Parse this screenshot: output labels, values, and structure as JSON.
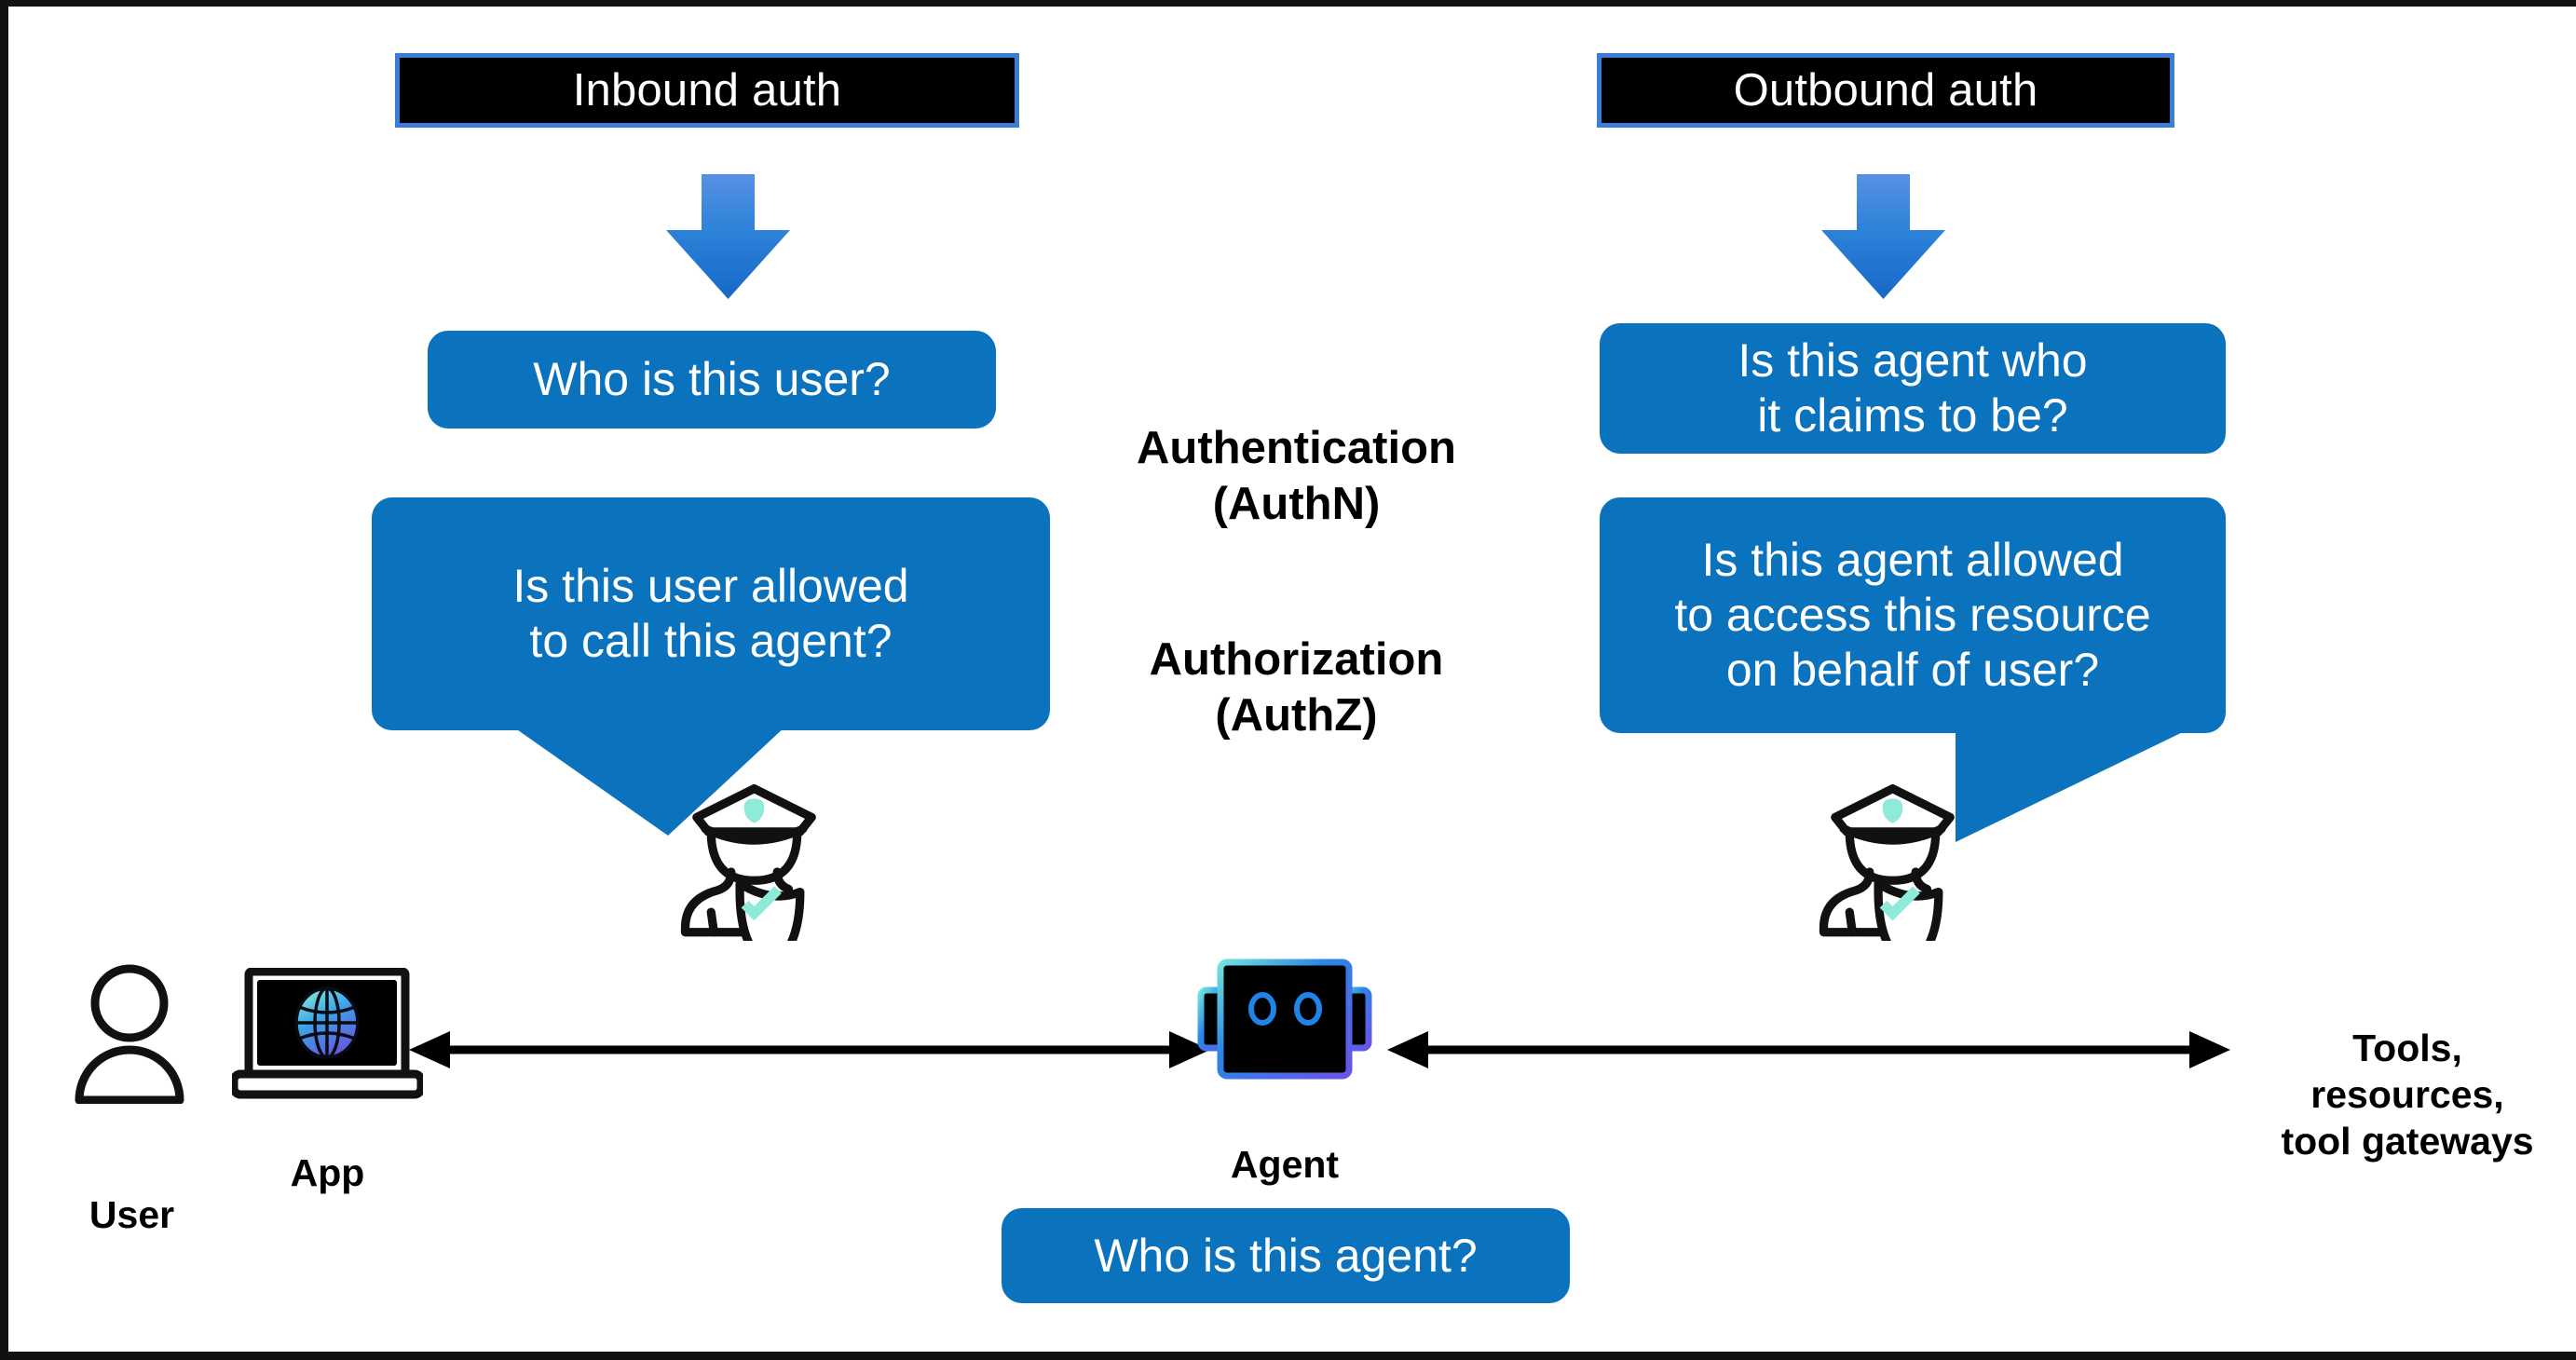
{
  "diagram": {
    "background_color": "#ffffff",
    "accent_blue": "#0b72bd",
    "arrow_blue": "#2f7fd6",
    "banner_border_blue": "#3b7dd8",
    "icon_accent_cyan": "#8fead9",
    "frame_color": "#111111"
  },
  "banners": [
    {
      "id": "inbound",
      "label": "Inbound auth"
    },
    {
      "id": "outbound",
      "label": "Outbound auth"
    }
  ],
  "arrows": {
    "inbound_down": "down-arrow-icon",
    "outbound_down": "down-arrow-icon",
    "app_agent": "double-headed-arrow-icon",
    "agent_tools": "double-headed-arrow-icon"
  },
  "bubbles": {
    "inbound_authn": "Who is this user?",
    "inbound_authz": "Is this user allowed\nto call this agent?",
    "outbound_authn": "Is this agent who\nit claims to be?",
    "outbound_authz": "Is this agent allowed\nto access this resource\non behalf of user?",
    "agent_identity": "Who is this agent?"
  },
  "middle_labels": [
    {
      "id": "authn",
      "label": "Authentication\n(AuthN)"
    },
    {
      "id": "authz",
      "label": "Authorization\n(AuthZ)"
    }
  ],
  "nodes": [
    {
      "id": "user",
      "label": "User",
      "icon": "person-icon"
    },
    {
      "id": "app",
      "label": "App",
      "icon": "laptop-globe-icon"
    },
    {
      "id": "agent",
      "label": "Agent",
      "icon": "robot-icon"
    },
    {
      "id": "tools",
      "label": "Tools,\nresources,\ntool gateways",
      "icon": "none"
    }
  ],
  "guards": [
    {
      "id": "guard-left",
      "icon": "security-guard-icon"
    },
    {
      "id": "guard-right",
      "icon": "security-guard-icon"
    }
  ]
}
